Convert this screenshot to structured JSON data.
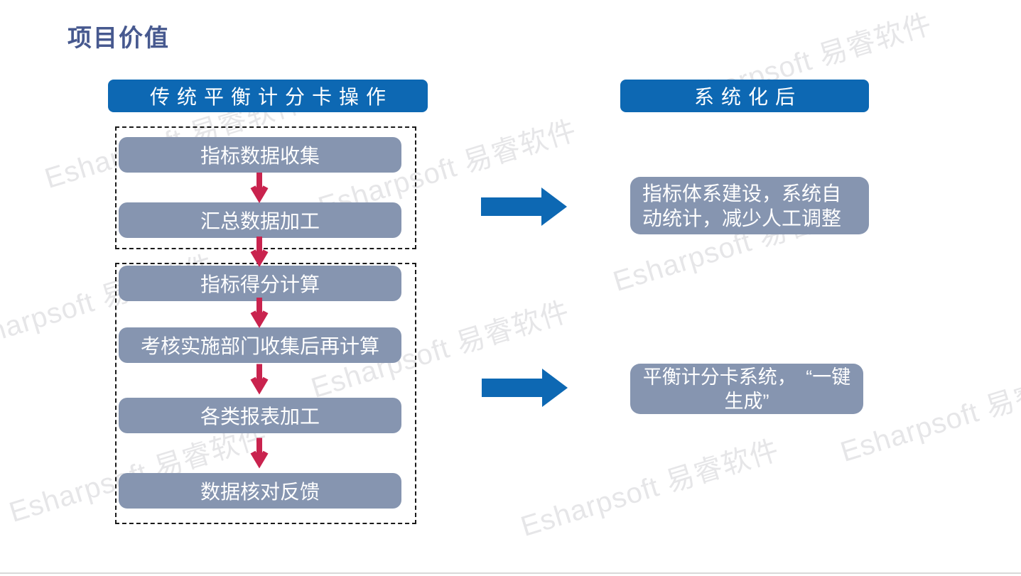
{
  "slide": {
    "title": "项目价值"
  },
  "left": {
    "header": "传统平衡计分卡操作",
    "groups": [
      {
        "steps": [
          "指标数据收集",
          "汇总数据加工"
        ]
      },
      {
        "steps": [
          "指标得分计算",
          "考核实施部门收集后再计算",
          "各类报表加工",
          "数据核对反馈"
        ]
      }
    ]
  },
  "right": {
    "header": "系统化后",
    "outcomes": [
      "指标体系建设，系统自动统计，减少人工调整",
      "平衡计分卡系统，　“一键生成”"
    ]
  },
  "watermark": {
    "text": "Esharpsoft 易睿软件"
  },
  "colors": {
    "header_blue": "#0d68b3",
    "box_gray_blue": "#8695b0",
    "arrow_red": "#c9234e",
    "arrow_blue": "#0d68b3",
    "title_color": "#47598f",
    "watermark_gray": "#e6e6e8",
    "dashed_border": "#1a1a1a",
    "bottom_line": "#d9d9d9"
  }
}
